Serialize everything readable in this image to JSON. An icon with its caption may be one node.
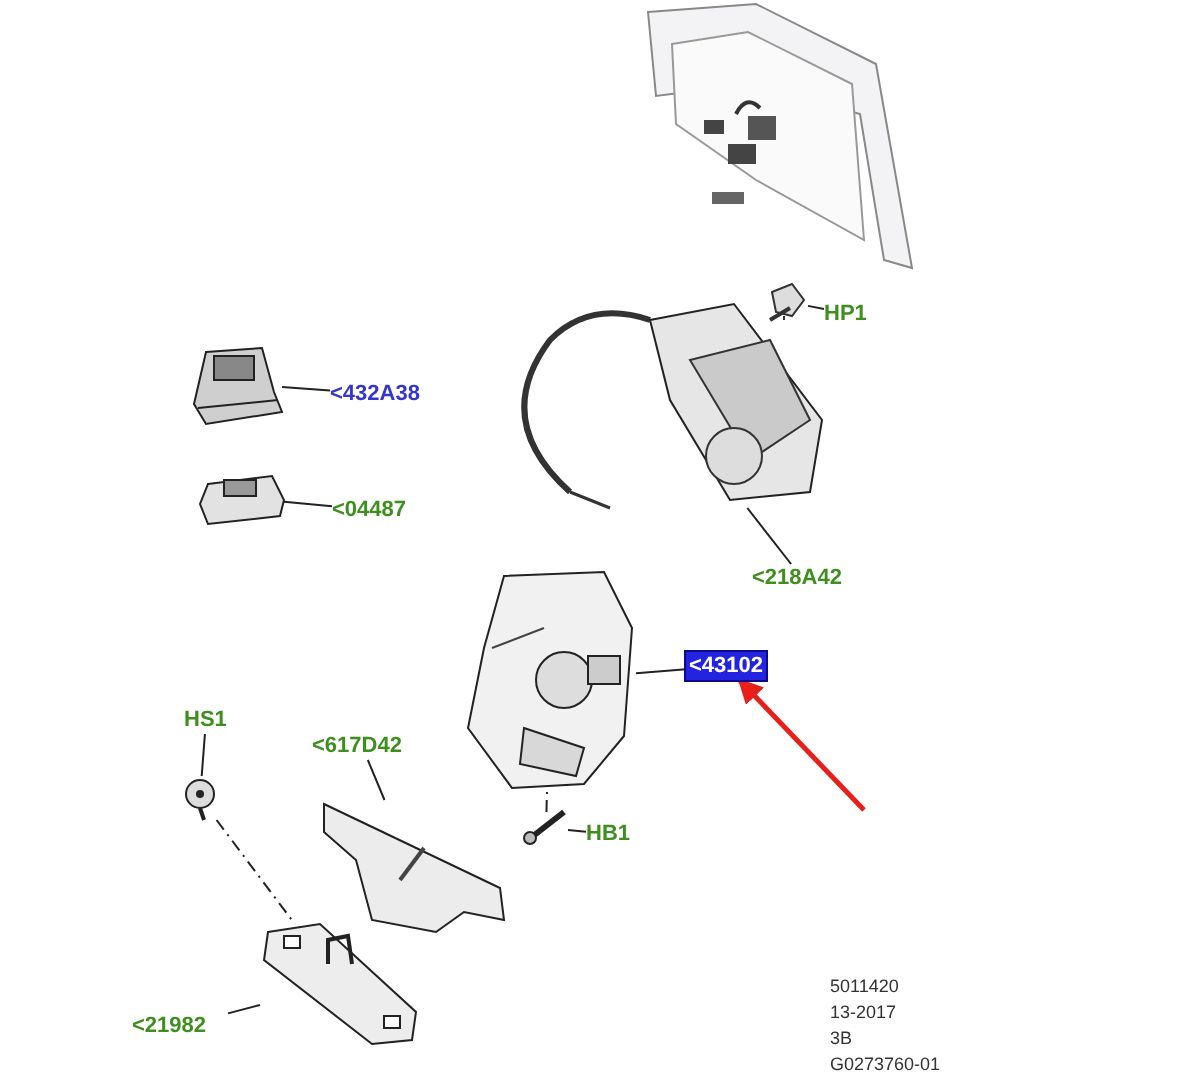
{
  "diagram": {
    "nodes": [
      {
        "text": [],
        "shape": "picture"
      },
      {
        "text": [
          "HP1"
        ]
      },
      {
        "text": [],
        "shape": "picture"
      },
      {
        "text": [
          "<432A38"
        ]
      },
      {
        "text": [],
        "shape": "picture"
      },
      {
        "text": [
          "<04487"
        ]
      },
      {
        "text": [],
        "shape": "picture"
      },
      {
        "text": [],
        "shape": "picture"
      },
      {
        "text": [
          "<218A42"
        ]
      },
      {
        "text": [],
        "shape": "picture"
      },
      {
        "text": [
          "<43102"
        ]
      },
      {
        "text": [
          "HS1"
        ]
      },
      {
        "text": [],
        "shape": "picture"
      },
      {
        "text": [
          "<617D42"
        ]
      },
      {
        "text": [],
        "shape": "picture"
      },
      {
        "text": [
          "HB1"
        ]
      },
      {
        "text": [],
        "shape": "picture"
      },
      {
        "text": [
          "<21982"
        ]
      },
      {
        "text": [],
        "shape": "picture"
      }
    ],
    "edges": [
      {
        "from": 1,
        "to": 2,
        "arrow": "none"
      },
      {
        "from": 3,
        "to": 4,
        "arrow": "none"
      },
      {
        "from": 5,
        "to": 6,
        "arrow": "none"
      },
      {
        "from": 8,
        "to": 7,
        "arrow": "none"
      },
      {
        "from": 10,
        "to": 9,
        "arrow": "none"
      },
      {
        "from": null,
        "to": 10,
        "arrow": "to",
        "style": "thick",
        "color": "#e8201c"
      },
      {
        "from": 11,
        "to": 12,
        "arrow": "none"
      },
      {
        "from": 13,
        "to": 14,
        "arrow": "none"
      },
      {
        "from": 15,
        "to": 16,
        "arrow": "none"
      },
      {
        "from": 17,
        "to": 18,
        "arrow": "none"
      },
      {
        "from": 12,
        "to": 18,
        "arrow": "none",
        "style": "dashed"
      },
      {
        "from": 16,
        "to": 9,
        "arrow": "none",
        "style": "dashed"
      }
    ],
    "labels": [
      "5011420",
      "13-2017",
      "3B",
      "G0273760-01"
    ]
  }
}
